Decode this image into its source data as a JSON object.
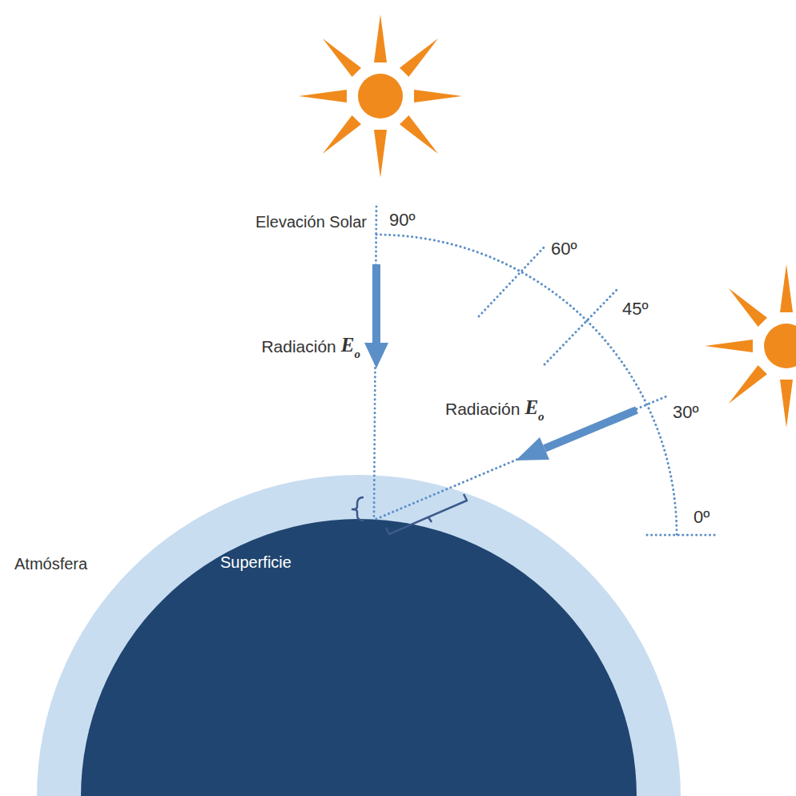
{
  "diagram": {
    "labels": [
      "Elevación Solar",
      "90º",
      "60º",
      "45º",
      "Radiación",
      "E",
      "o",
      "Radiación",
      "E",
      "o",
      "30º",
      "0º",
      "Atmósfera",
      "Superficie"
    ]
  }
}
